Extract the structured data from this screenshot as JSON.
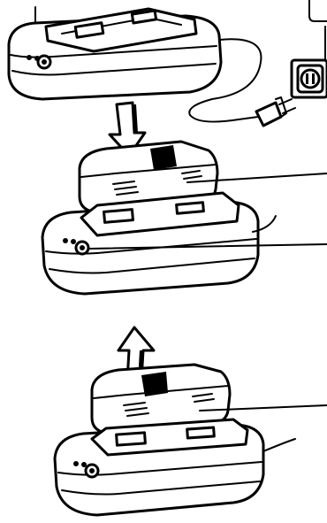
{
  "illustration": {
    "subject": "battery-charger-instructions",
    "steps": [
      {
        "id": "plug-in-charger"
      },
      {
        "id": "insert-battery",
        "arrow": "down"
      },
      {
        "id": "remove-battery",
        "arrow": "up"
      }
    ],
    "label_lines": 4
  }
}
